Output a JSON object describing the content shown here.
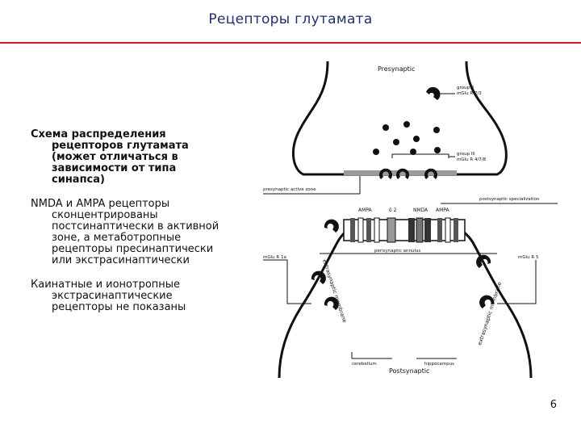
{
  "slide": {
    "title": "Рецепторы глутамата",
    "page_number": "6"
  },
  "notes": [
    "Схема распределения рецепторов глутамата (может отличаться в зависимости от типа синапса)",
    "NMDA и AMPA рецепторы сконцентрированы постсинаптически в активной зоне, а метаботропные рецепторы пресинаптически или экстрасинаптически",
    "Каинатные и ионотропные экстрасинаптические рецепторы не показаны"
  ],
  "diagram": {
    "presynaptic": "Presynaptic",
    "postsynaptic": "Postsynaptic",
    "group2": [
      "group II",
      "mGlu R 2/3"
    ],
    "group3": [
      "group III",
      "mGlu R 4/7/8"
    ],
    "presynaptic_active_zone": "presynaptic active zone",
    "postsynaptic_specialization": "postsynaptic specialization",
    "receptors_top": [
      "AMPA",
      "δ 2",
      "NMDA",
      "AMPA"
    ],
    "perisynaptic_annulus": "perisynaptic annulus",
    "mglur_left": "mGlu R 1a",
    "mglur_right": "mGlu R 5",
    "extrasynaptic_membrane": "extrasynaptic membrane",
    "cerebellum": "cerebellum",
    "hippocampus": "hippocampus"
  }
}
